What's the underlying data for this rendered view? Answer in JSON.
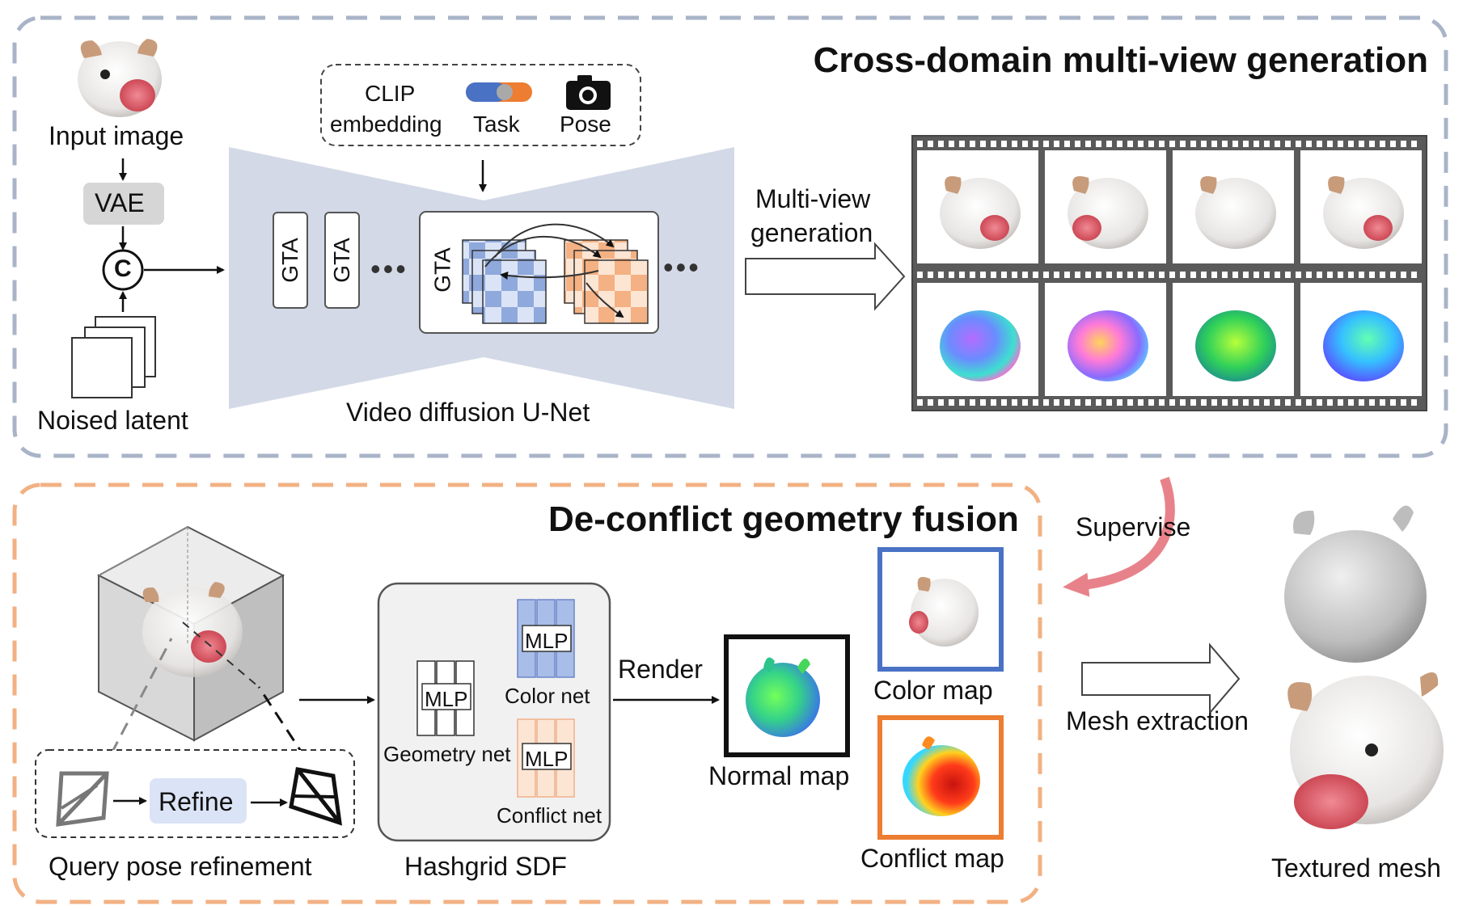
{
  "top_panel": {
    "title": "Cross-domain multi-view generation",
    "input_image_label": "Input image",
    "vae_label": "VAE",
    "concat_symbol": "C",
    "noised_latent_label": "Noised latent",
    "cond_clip_line1": "CLIP",
    "cond_clip_line2": "embedding",
    "cond_task": "Task",
    "cond_pose": "Pose",
    "gta_label": "GTA",
    "ellipsis": "•••",
    "unet_label": "Video diffusion U-Net",
    "multiview_line1": "Multi-view",
    "multiview_line2": "generation"
  },
  "bottom_panel": {
    "title": "De-conflict geometry fusion",
    "refine_label": "Refine",
    "query_pose_label": "Query pose refinement",
    "mlp_label": "MLP",
    "geometry_net_label": "Geometry net",
    "color_net_label": "Color net",
    "conflict_net_label": "Conflict net",
    "hashgrid_label": "Hashgrid SDF",
    "render_label": "Render",
    "normal_map_label": "Normal map",
    "color_map_label": "Color map",
    "conflict_map_label": "Conflict map"
  },
  "right_side": {
    "supervise_label": "Supervise",
    "mesh_extraction_label": "Mesh extraction",
    "textured_mesh_label": "Textured mesh"
  },
  "colors": {
    "top_border": "#aab4c8",
    "bottom_border": "#f2b183",
    "blue_accent": "#4a72c4",
    "orange_accent": "#ed7d31",
    "supervise_arrow": "#e8828a",
    "unet_fill": "#d3d9e6"
  }
}
